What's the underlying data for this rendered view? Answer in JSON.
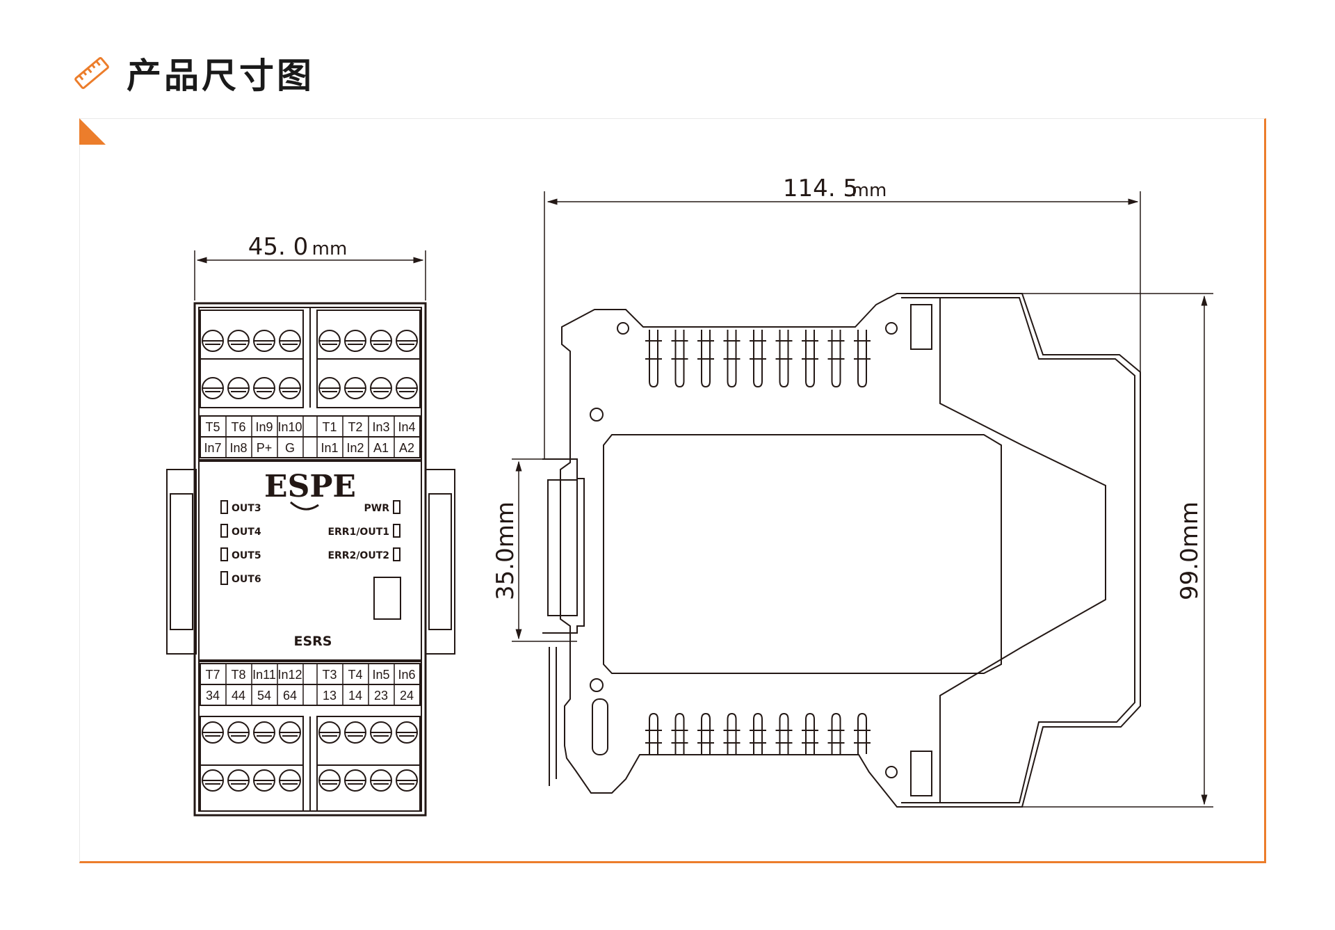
{
  "header": {
    "title": "产品尺寸图",
    "icon": "ruler-icon"
  },
  "colors": {
    "accent": "#ec7d2b",
    "line": "#231815"
  },
  "dimensions": {
    "width_front": "45. 0",
    "width_front_unit": "mm",
    "width_side": "114. 5",
    "width_side_unit": "mm",
    "rail_height": "35.0mm",
    "height": "99.0mm"
  },
  "front_view": {
    "brand": "ESPE",
    "model": "ESRS",
    "top_labels_row1": [
      "T5",
      "T6",
      "In9",
      "In10",
      "T1",
      "T2",
      "In3",
      "In4"
    ],
    "top_labels_row2": [
      "In7",
      "In8",
      "P+",
      "G",
      "In1",
      "In2",
      "A1",
      "A2"
    ],
    "bottom_labels_row1": [
      "T7",
      "T8",
      "In11",
      "In12",
      "T3",
      "T4",
      "In5",
      "In6"
    ],
    "bottom_labels_row2": [
      "34",
      "44",
      "54",
      "64",
      "13",
      "14",
      "23",
      "24"
    ],
    "leds_left": [
      "OUT3",
      "OUT4",
      "OUT5",
      "OUT6"
    ],
    "leds_right": [
      "PWR",
      "ERR1/OUT1",
      "ERR2/OUT2"
    ]
  }
}
